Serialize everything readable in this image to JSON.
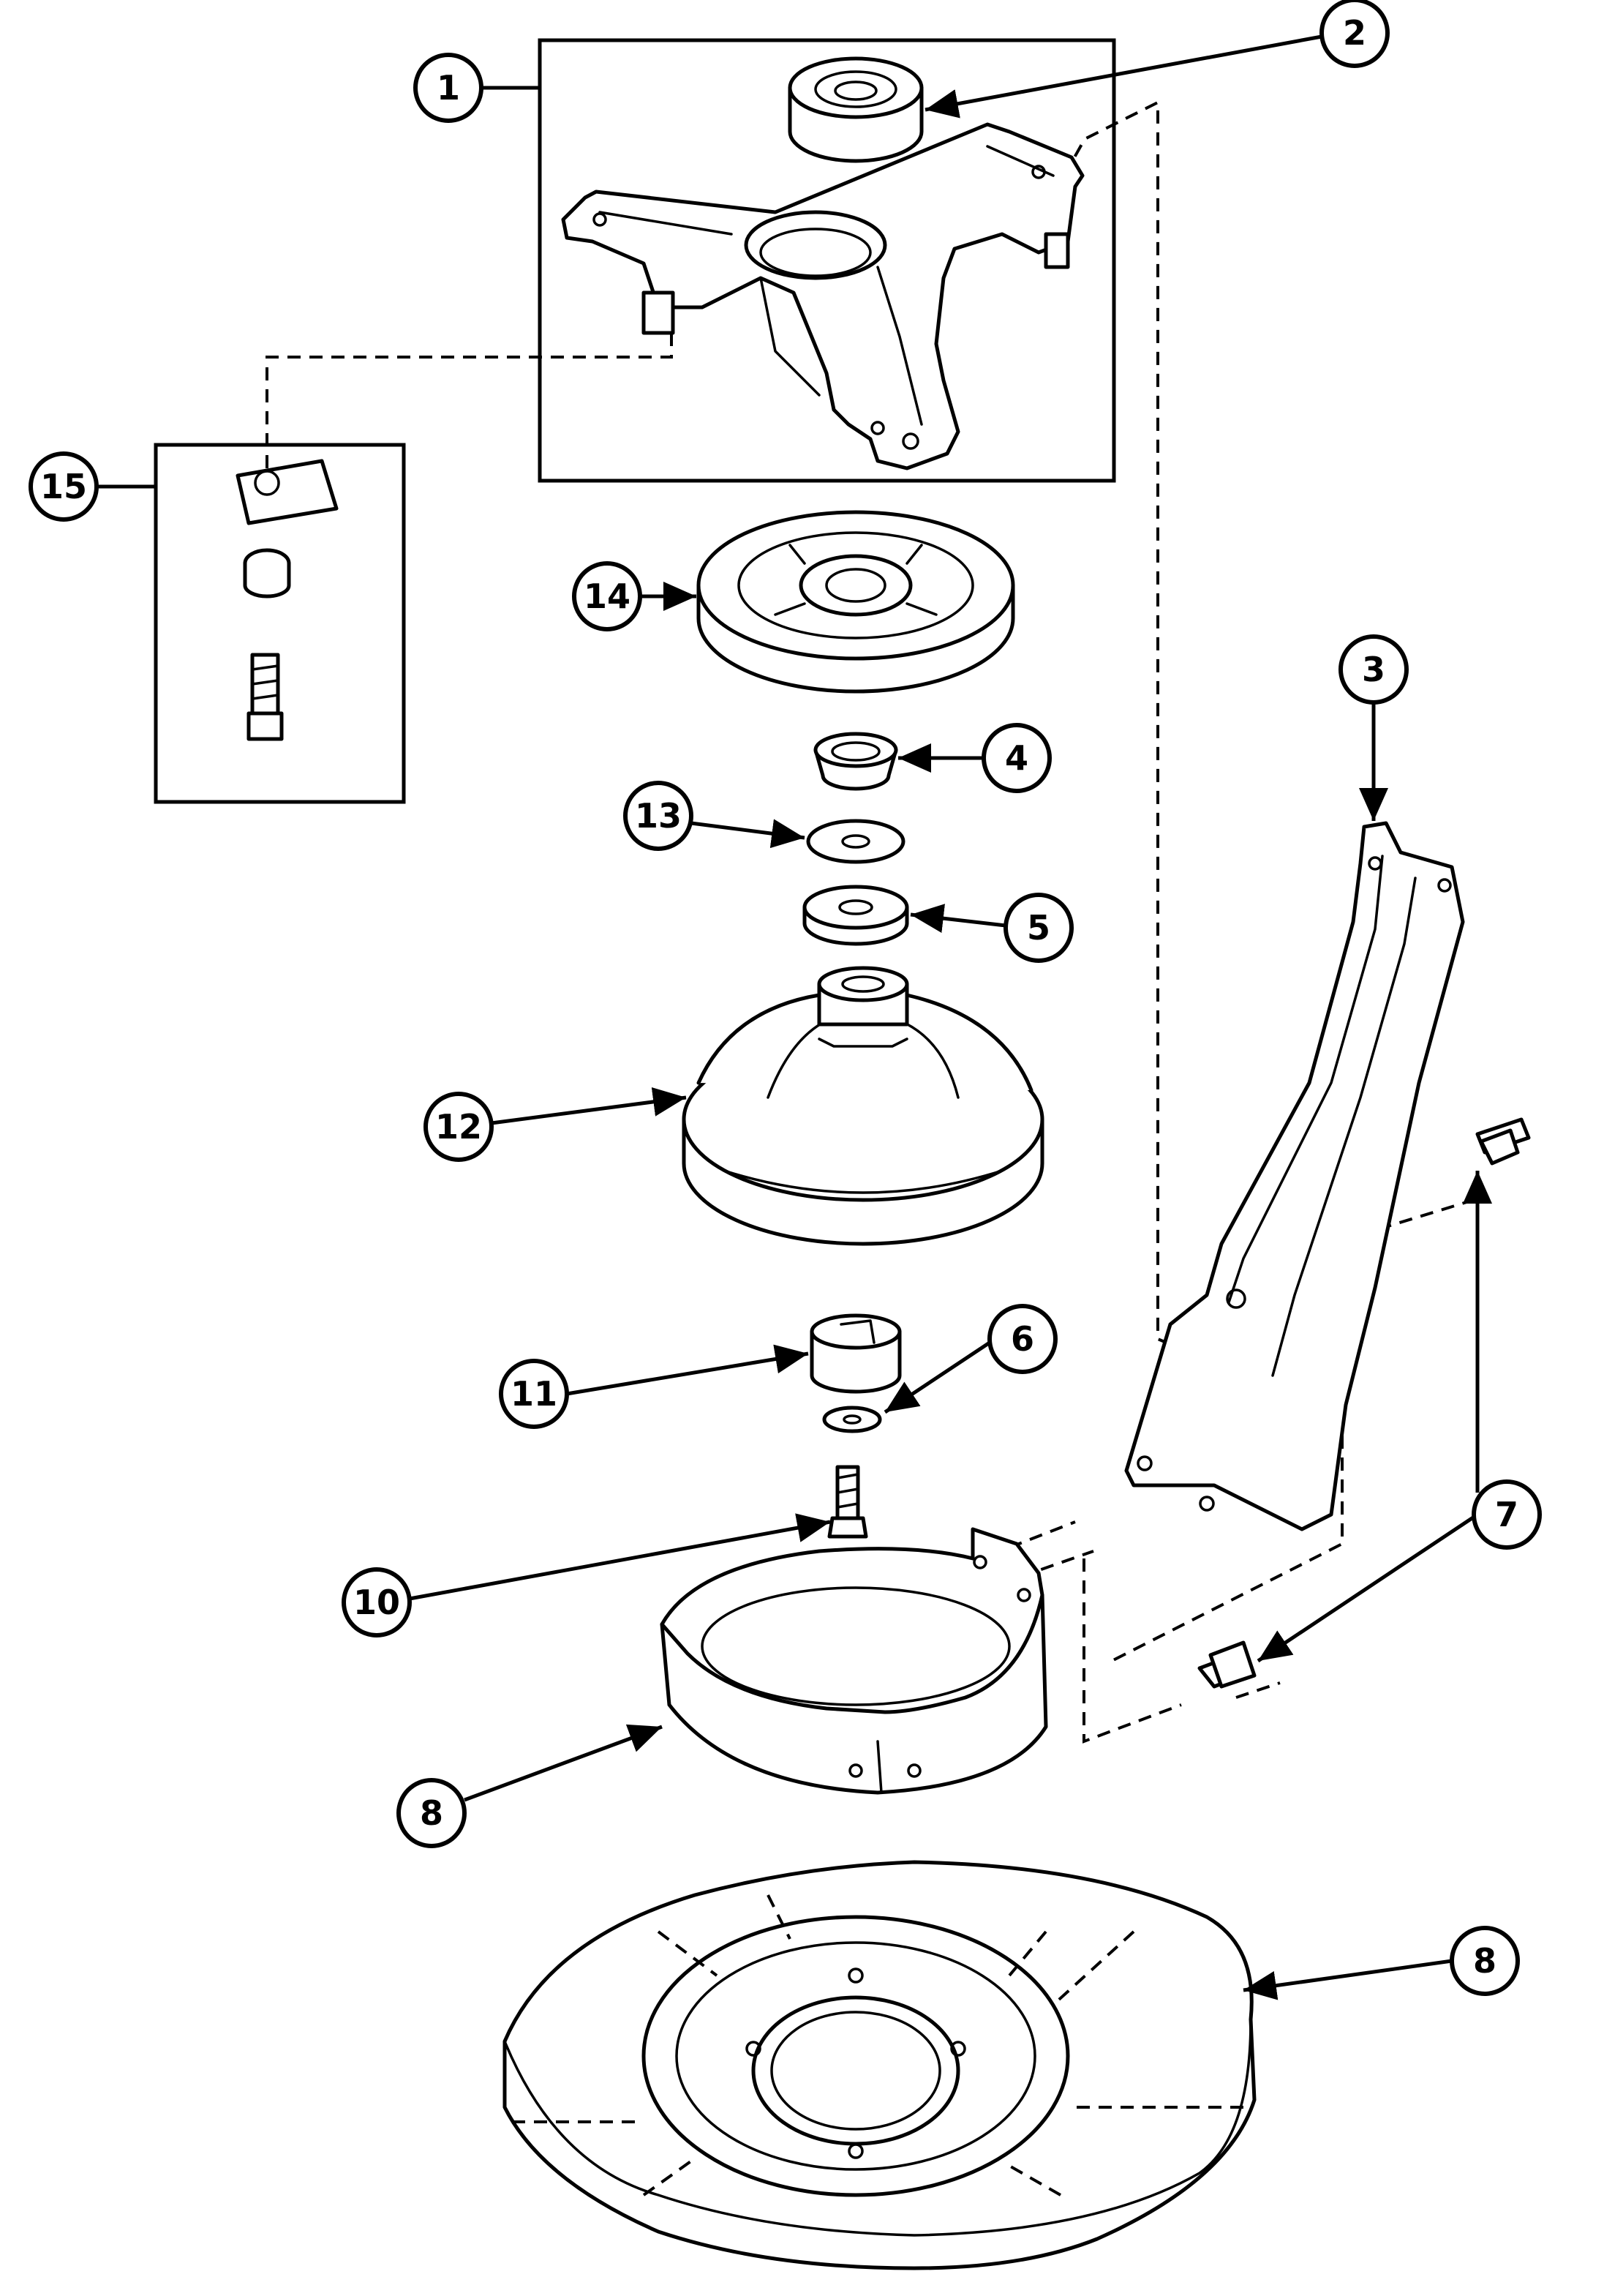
{
  "diagram": {
    "callouts": [
      {
        "id": "1",
        "label": "1"
      },
      {
        "id": "2",
        "label": "2"
      },
      {
        "id": "3",
        "label": "3"
      },
      {
        "id": "4",
        "label": "4"
      },
      {
        "id": "5",
        "label": "5"
      },
      {
        "id": "6",
        "label": "6"
      },
      {
        "id": "7",
        "label": "7"
      },
      {
        "id": "8a",
        "label": "8"
      },
      {
        "id": "8b",
        "label": "8"
      },
      {
        "id": "10",
        "label": "10"
      },
      {
        "id": "11",
        "label": "11"
      },
      {
        "id": "12",
        "label": "12"
      },
      {
        "id": "13",
        "label": "13"
      },
      {
        "id": "14",
        "label": "14"
      },
      {
        "id": "15",
        "label": "15"
      }
    ],
    "colors": {
      "ink": "#000000",
      "paper": "#ffffff"
    }
  }
}
